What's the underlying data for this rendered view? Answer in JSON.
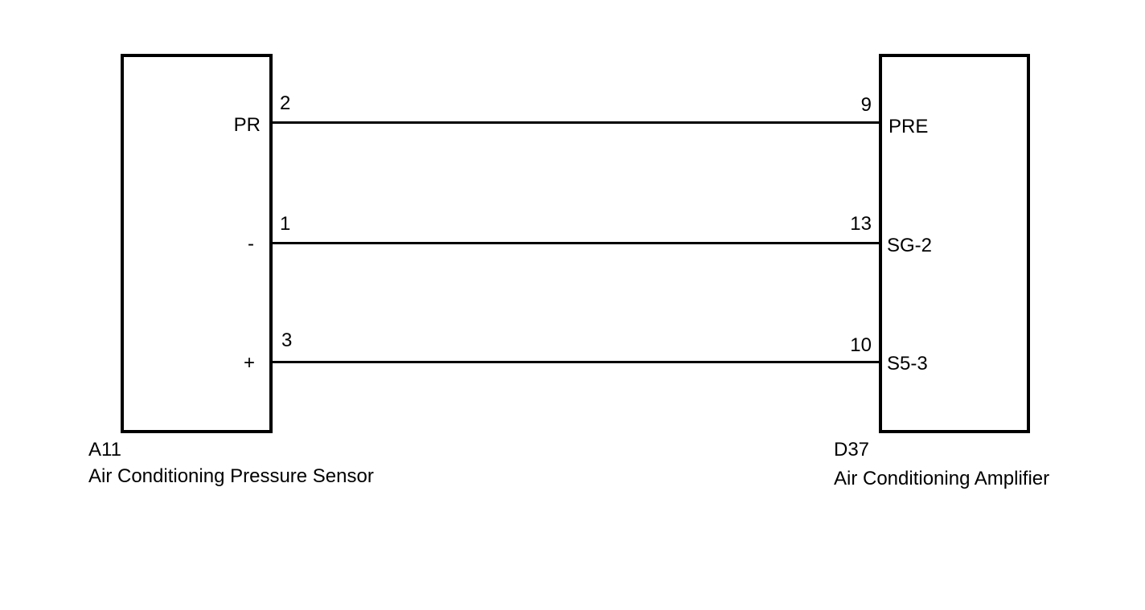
{
  "components": {
    "sensor": {
      "id": "A11",
      "name": "Air Conditioning Pressure Sensor",
      "pins": [
        {
          "number": "2",
          "label": "PR"
        },
        {
          "number": "1",
          "label": "-"
        },
        {
          "number": "3",
          "label": "+"
        }
      ]
    },
    "amplifier": {
      "id": "D37",
      "name": "Air Conditioning Amplifier",
      "pins": [
        {
          "number": "9",
          "label": "PRE"
        },
        {
          "number": "13",
          "label": "SG-2"
        },
        {
          "number": "10",
          "label": "S5-3"
        }
      ]
    }
  },
  "connections": [
    {
      "from": "A11-2",
      "to": "D37-9"
    },
    {
      "from": "A11-1",
      "to": "D37-13"
    },
    {
      "from": "A11-3",
      "to": "D37-10"
    }
  ],
  "colors": {
    "line": "#000000",
    "background": "#ffffff"
  }
}
